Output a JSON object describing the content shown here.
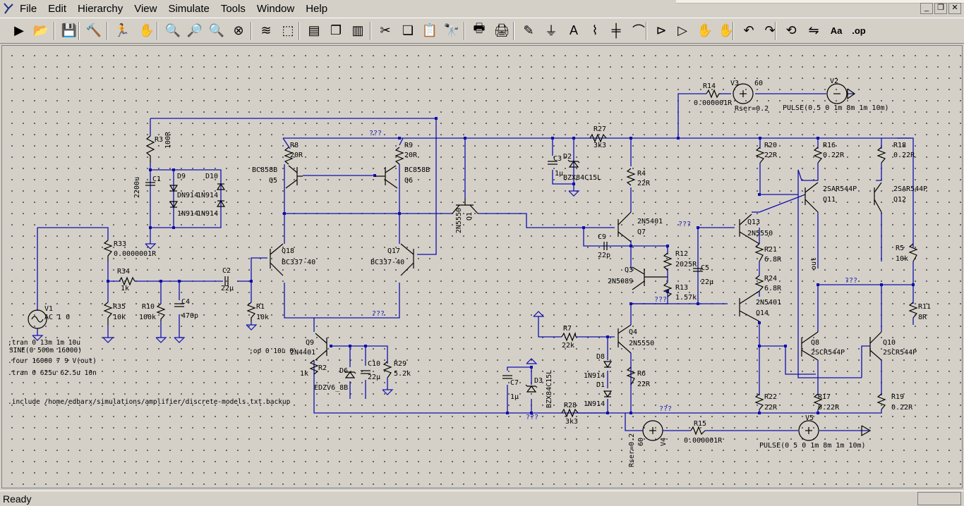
{
  "window": {
    "title": "LTspice"
  },
  "menu": [
    "File",
    "Edit",
    "Hierarchy",
    "View",
    "Simulate",
    "Tools",
    "Window",
    "Help"
  ],
  "toolbar": [
    {
      "name": "run-icon",
      "glyph": "▶"
    },
    {
      "name": "open-icon",
      "glyph": "📂"
    },
    {
      "name": "save-icon",
      "glyph": "💾"
    },
    {
      "name": "control-panel-icon",
      "glyph": "🔨"
    },
    {
      "name": "run-sim-icon",
      "glyph": "🏃"
    },
    {
      "name": "halt-icon",
      "glyph": "✋"
    },
    {
      "name": "zoom-in-icon",
      "glyph": "🔍"
    },
    {
      "name": "pan-icon",
      "glyph": "🔎"
    },
    {
      "name": "zoom-out-icon",
      "glyph": "🔍"
    },
    {
      "name": "zoom-fit-icon",
      "glyph": "⊗"
    },
    {
      "name": "waveform-icon",
      "glyph": "≋"
    },
    {
      "name": "autorange-icon",
      "glyph": "⬚"
    },
    {
      "name": "tile-horizontal-icon",
      "glyph": "▤"
    },
    {
      "name": "cascade-icon",
      "glyph": "❐"
    },
    {
      "name": "tile-vertical-icon",
      "glyph": "▥"
    },
    {
      "name": "cut-icon",
      "glyph": "✂"
    },
    {
      "name": "copy-icon",
      "glyph": "❏"
    },
    {
      "name": "paste-icon",
      "glyph": "📋"
    },
    {
      "name": "find-icon",
      "glyph": "🔭"
    },
    {
      "name": "print-setup-icon",
      "glyph": "🖶"
    },
    {
      "name": "print-icon",
      "glyph": "🖨"
    },
    {
      "name": "draw-wire-icon",
      "glyph": "✎"
    },
    {
      "name": "ground-icon",
      "glyph": "⏚"
    },
    {
      "name": "label-net-icon",
      "glyph": "A"
    },
    {
      "name": "resistor-icon",
      "glyph": "⌇"
    },
    {
      "name": "capacitor-icon",
      "glyph": "╪"
    },
    {
      "name": "inductor-icon",
      "glyph": "⌒"
    },
    {
      "name": "diode-icon",
      "glyph": "⊳"
    },
    {
      "name": "component-icon",
      "glyph": "▷"
    },
    {
      "name": "move-icon",
      "glyph": "✋"
    },
    {
      "name": "drag-icon",
      "glyph": "✋"
    },
    {
      "name": "undo-icon",
      "glyph": "↶"
    },
    {
      "name": "redo-icon",
      "glyph": "↷"
    },
    {
      "name": "rotate-icon",
      "glyph": "⟲"
    },
    {
      "name": "mirror-icon",
      "glyph": "⇋"
    },
    {
      "name": "text-icon",
      "glyph": "Aa"
    },
    {
      "name": "spice-directive-icon",
      "glyph": ".op"
    }
  ],
  "schematic": {
    "R14": "R14",
    "R14v": "0.000001R",
    "V3": "V3",
    "V3v": "60",
    "V3r": "Rser=0.2",
    "V2": "V2",
    "V2v": "PULSE(0.5 0 1m 8m 1m 10m)",
    "R3": "R3",
    "R3v": "100R",
    "C1": "C1",
    "C1v": "2200u",
    "D9": "D9",
    "D10": "D10",
    "D9m": "DN914",
    "D10m": "1N914",
    "D4m": "1N914",
    "D11m": "1N914",
    "R8": "R8",
    "R8v": "20R",
    "R9": "R9",
    "R9v": "20R",
    "Q5": "Q5",
    "Q5m": "BC858B",
    "Q6": "Q6",
    "Q6m": "BC858B",
    "Q1": "Q1",
    "Q1m": "2N5550",
    "R27": "R27",
    "R27v": "3k3",
    "C3": "C3",
    "C3v": "1µ",
    "D2": "D2",
    "D2m": "BZX84C15L",
    "R4": "R4",
    "R4v": "22R",
    "Q7": "Q7",
    "Q7m": "2N5401",
    "C9": "C9",
    "C9v": "22p",
    "R12": "R12",
    "R12v": "2025R",
    "C5": "C5",
    "C5v": "22µ",
    "R13": "R13",
    "R13v": "1.57k",
    "Q3": "Q3",
    "Q3m": "2N5089",
    "Q13": "Q13",
    "Q13m": "2N5550",
    "R21": "R21",
    "R21v": "6.8R",
    "R24": "R24",
    "R24v": "6.8R",
    "Q14": "Q14",
    "Q14m": "2N5401",
    "R20": "R20",
    "R20v": "22R",
    "R16": "R16",
    "R16v": "0.22R",
    "R18": "R18",
    "R18v": "0.22R",
    "Q11": "Q11",
    "Q11m": "2SAR544P",
    "Q12": "Q12",
    "Q12m": "2SAR544P",
    "R5": "R5",
    "R5v": "10k",
    "out": "out",
    "R11": "R11",
    "R11v": "8R",
    "Q8": "Q8",
    "Q8m": "2SCR544P",
    "Q10": "Q10",
    "Q10m": "2SCR544P",
    "R22": "R22",
    "R22v": "22R",
    "R17": "R17",
    "R17v": "0.22R",
    "R19": "R19",
    "R19v": "0.22R",
    "R33": "R33",
    "R33v": "0.0000001R",
    "R34": "R34",
    "R34v": "1k",
    "C2": "C2",
    "C2v": "22µ",
    "Q18": "Q18",
    "Q18m": "BC337-40",
    "Q17": "Q17",
    "Q17m": "BC337-40",
    "R35": "R35",
    "R35v": "10k",
    "R10": "R10",
    "R10v": "100k",
    "C4": "C4",
    "C4v": "470p",
    "R1": "R1",
    "R1v": "10k",
    "V1": "V1",
    "V1v": "AC 1 0",
    "Q9": "Q9",
    "Q9m": "2N4401",
    "R2": "R2",
    "R2v": "1k",
    "D6": "D6",
    "D6m": "EDZV6_8B",
    "C10": "C10",
    "C10v": "22µ",
    "R29": "R29",
    "R29v": "5.2k",
    "C7": "C7",
    "C7v": "1µ",
    "D3": "D3",
    "D3m": "BZX84C15L",
    "R28": "R28",
    "R28v": "3k3",
    "R7": "R7",
    "R7v": "22k",
    "Q4": "Q4",
    "Q4m": "2N5550",
    "D8": "D8",
    "D8m": "1N914",
    "D1": "D1",
    "D1m": "1N914",
    "R6": "R6",
    "R6v": "22R",
    "R15": "R15",
    "R15v": "0.000001R",
    "V4": "V4",
    "V4v": "60",
    "V4r": "Rser=0.2",
    "V5": "V5",
    "V5v": "PULSE(0 5 0 1m 8m 1m 10m)",
    "net": "???",
    "dir_tran": ";tran 0 13m 1m 10u",
    "dir_sine": "SINE(0 500m 16000)",
    "dir_four": ".four 16000 7 9 V(out)",
    "dir_tran2": ".tran 0 625u 62.5u 10n",
    "dir_inc": ".include /home/edbarx/simulations/amplifier/discrete-models.txt.backup",
    "dir_op": ";op 0 10u 0"
  },
  "status": {
    "text": "Ready"
  }
}
